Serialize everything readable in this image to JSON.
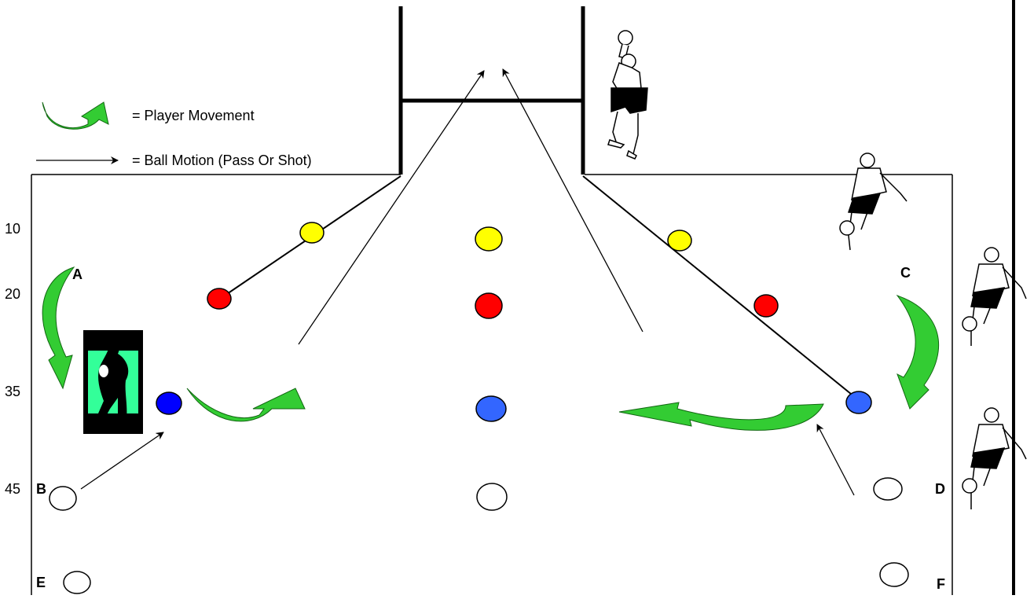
{
  "legend": {
    "player_movement": "= Player Movement",
    "ball_motion": "= Ball Motion (Pass Or Shot)"
  },
  "distance_markers": [
    "10",
    "20",
    "35",
    "45"
  ],
  "positions": [
    "A",
    "B",
    "C",
    "D",
    "E",
    "F"
  ],
  "colors": {
    "movement_arrow": "#33cc33",
    "cone_yellow": "#ffff00",
    "cone_red": "#ff0000",
    "cone_blue": "#0000ff",
    "cone_blue_light": "#3366ff",
    "cone_white": "#ffffff",
    "photo_background": "#33ff99"
  },
  "icons": [
    "shooting-player-icon",
    "kicking-player-icon",
    "footballer-icon",
    "player-photo-icon"
  ]
}
